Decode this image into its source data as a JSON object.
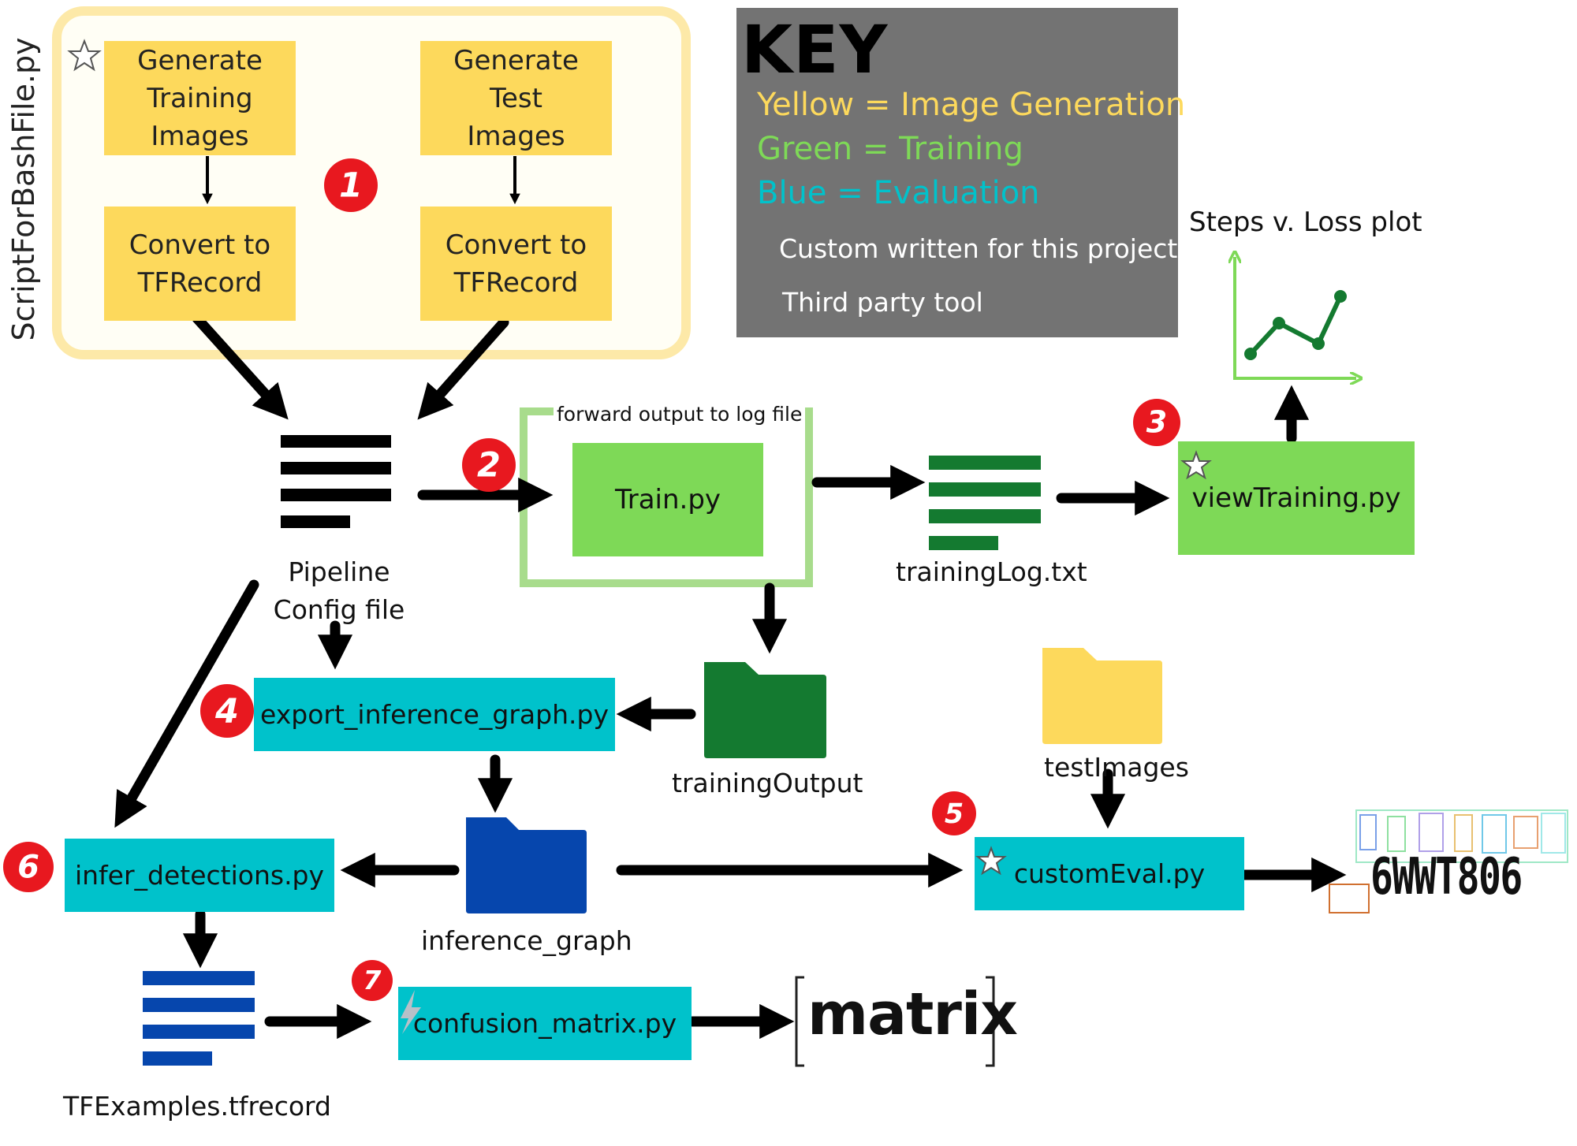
{
  "script_label": "ScriptForBashFile.py",
  "key": {
    "title": "KEY",
    "yellow": "Yellow = Image Generation",
    "green": "Green = Training",
    "blue": "Blue = Evaluation",
    "custom": "Custom written for this project",
    "third_party": "Third party tool"
  },
  "boxes": {
    "gen_train": "Generate\nTraining\nImages",
    "gen_test": "Generate\nTest\nImages",
    "convert_train": "Convert to\nTFRecord",
    "convert_test": "Convert to\nTFRecord",
    "train": "Train.py",
    "view_training": "viewTraining.py",
    "export_graph": "export_inference_graph.py",
    "infer": "infer_detections.py",
    "custom_eval": "customEval.py",
    "confusion": "confusion_matrix.py"
  },
  "labels": {
    "pipeline": "Pipeline\nConfig file",
    "forward": "forward output to log file",
    "training_log": "trainingLog.txt",
    "training_output": "trainingOutput",
    "inference_graph": "inference_graph",
    "test_images": "testImages",
    "tfexamples": "TFExamples.tfrecord",
    "plot_title": "Steps v. Loss plot",
    "matrix": "matrix",
    "plate": "6WWT806"
  },
  "steps": [
    "1",
    "2",
    "3",
    "4",
    "5",
    "6",
    "7"
  ],
  "colors": {
    "yellow": "#fdd95c",
    "yellow_border": "#fde9a8",
    "green": "#7ed957",
    "green_border": "#a8dc8c",
    "dark_green": "#147a30",
    "blue": "#00c2cb",
    "navy": "#0646ad",
    "red": "#e8181f",
    "key_bg": "#737373",
    "key_yellow": "#fdd95c",
    "key_green": "#7ed957",
    "key_blue": "#00c2cb"
  }
}
